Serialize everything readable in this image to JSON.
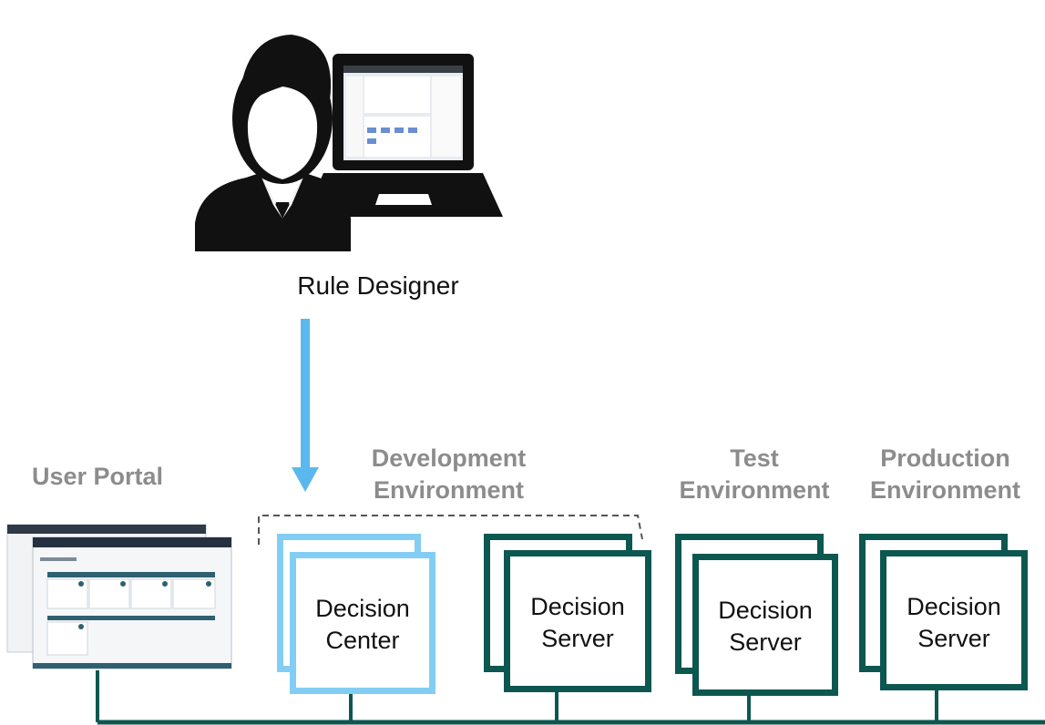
{
  "person": {
    "label": "Rule Designer"
  },
  "user_portal": {
    "title": "User Portal"
  },
  "environments": {
    "development": {
      "line1": "Development",
      "line2": "Environment"
    },
    "test": {
      "line1": "Test",
      "line2": "Environment"
    },
    "production": {
      "line1": "Production",
      "line2": "Environment"
    }
  },
  "boxes": {
    "decision_center": {
      "line1": "Decision",
      "line2": "Center"
    },
    "dev_server": {
      "line1": "Decision",
      "line2": "Server"
    },
    "test_server": {
      "line1": "Decision",
      "line2": "Server"
    },
    "prod_server": {
      "line1": "Decision",
      "line2": "Server"
    }
  },
  "colors": {
    "arrow": "#5bb8ec",
    "decision_center_border": "#82cdf3",
    "server_border": "#0c5750",
    "bus_line": "#0c5750",
    "heading_gray": "#8c8c8c"
  }
}
